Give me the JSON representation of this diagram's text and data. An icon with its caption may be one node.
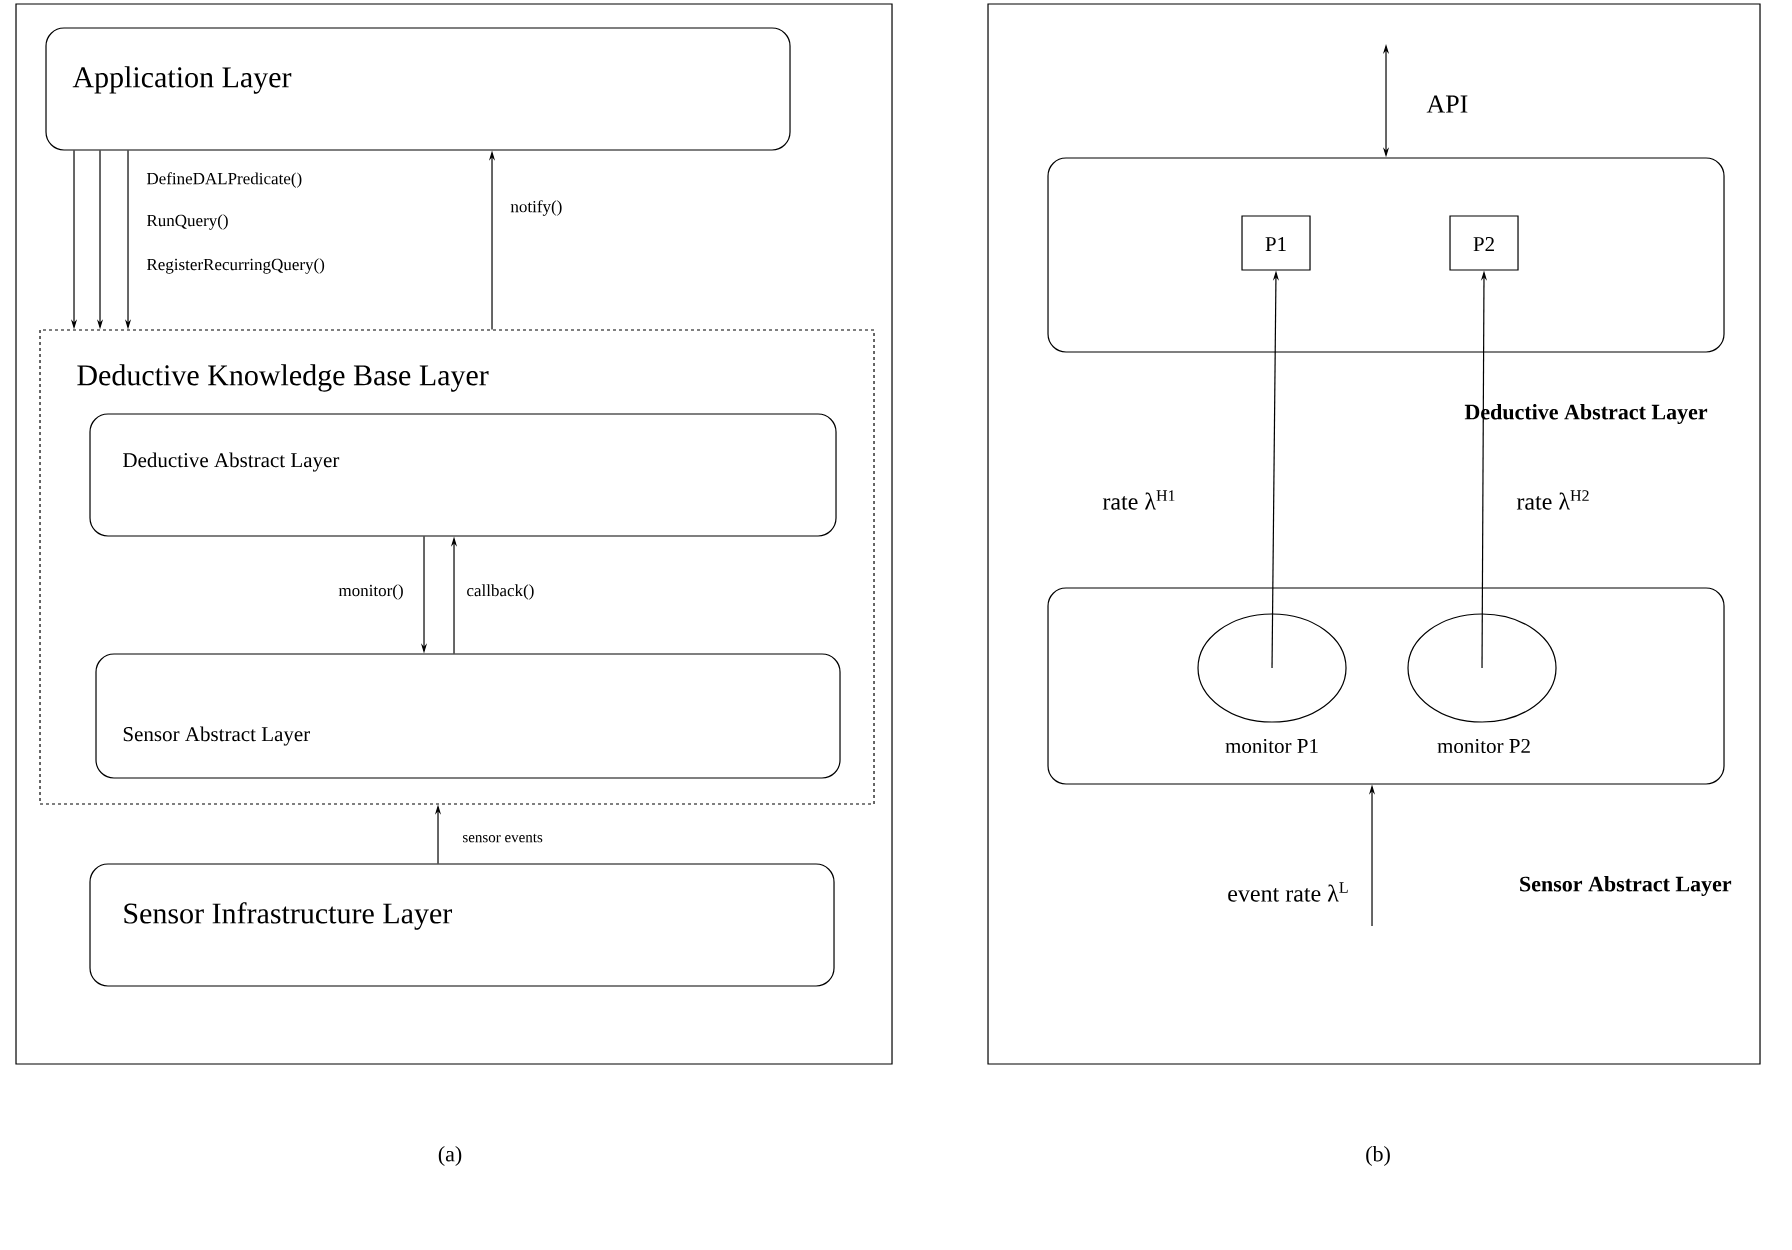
{
  "diagram": {
    "nodes": [
      {
        "text": [
          "Application Layer"
        ]
      },
      {
        "text": [
          "Deductive Knowledge Base  Layer"
        ]
      },
      {
        "text": [
          "Deductive Abstract Layer"
        ],
        "in": 1
      },
      {
        "text": [
          "Sensor Abstract Layer"
        ],
        "in": 1
      },
      {
        "text": [
          "Sensor Infrastructure Layer"
        ]
      },
      {
        "text": [
          "Deductive Abstract Layer"
        ]
      },
      {
        "text": [
          "P1"
        ],
        "in": 5
      },
      {
        "text": [
          "P2"
        ],
        "in": 5
      },
      {
        "text": [
          "Sensor Abstract Layer"
        ]
      },
      {
        "text": [
          "monitor P1"
        ],
        "in": 8
      },
      {
        "text": [
          "monitor P2"
        ],
        "in": 8
      }
    ],
    "edges": [
      {
        "from": 0,
        "to": 1,
        "arrow": "to"
      },
      {
        "from": 0,
        "to": 1,
        "arrow": "to"
      },
      {
        "from": 0,
        "to": 1,
        "arrow": "to"
      },
      {
        "from": 1,
        "to": 0,
        "arrow": "to",
        "label": "notify()"
      },
      {
        "from": 2,
        "to": 3,
        "arrow": "to",
        "label": "monitor()"
      },
      {
        "from": 3,
        "to": 2,
        "arrow": "to",
        "label": "callback()"
      },
      {
        "from": 4,
        "to": 1,
        "arrow": "to",
        "label": "sensor events"
      },
      {
        "from": null,
        "to": 5,
        "arrow": "both",
        "label": "API"
      },
      {
        "from": 9,
        "to": 6,
        "arrow": "to",
        "label": "rate λ$^{H1}$"
      },
      {
        "from": 10,
        "to": 7,
        "arrow": "to",
        "label": "rate λ$^{H2}$"
      },
      {
        "from": null,
        "to": 8,
        "arrow": "to",
        "label": "event rate λ$^{L}$"
      }
    ],
    "labels": [
      "DefineDALPredicate()",
      "RunQuery()",
      "RegisterRecurringQuery()",
      "(a)",
      "(b)"
    ]
  }
}
